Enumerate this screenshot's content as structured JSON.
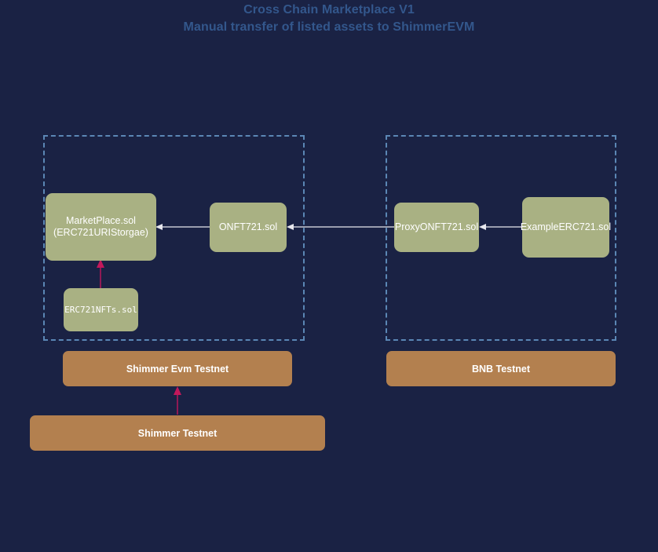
{
  "title": {
    "line1": "Cross Chain Marketplace V1",
    "line2": "Manual transfer of listed assets to ShimmerEVM",
    "color": "#33578c"
  },
  "colors": {
    "background": "#1a2244",
    "cluster_border": "#5b87b5",
    "contract_fill": "#a9b183",
    "network_fill": "#b3804f",
    "edge_white": "#e8e8ee",
    "edge_pink": "#c2185b",
    "node_text": "#ffffff"
  },
  "clusters": [
    {
      "name": "shimmer-evm-cluster",
      "label": ""
    },
    {
      "name": "bnb-cluster",
      "label": ""
    }
  ],
  "nodes": {
    "marketplace": {
      "label_line1": "MarketPlace.sol",
      "label_line2": "(ERC721URIStorgae)"
    },
    "erc721nfts": {
      "label": "ERC721NFTs.sol"
    },
    "onft721": {
      "label": "ONFT721.sol"
    },
    "proxyonft721": {
      "label": "ProxyONFT721.sol"
    },
    "exampleerc721": {
      "label": "ExampleERC721.sol"
    }
  },
  "networks": {
    "shimmer_evm_testnet": {
      "label": "Shimmer Evm Testnet"
    },
    "shimmer_testnet": {
      "label": "Shimmer Testnet"
    },
    "bnb_testnet": {
      "label": "BNB Testnet"
    }
  },
  "edges": [
    {
      "name": "edge-onft721-to-marketplace",
      "from": "ONFT721.sol",
      "to": "MarketPlace.sol",
      "color": "#e8e8ee"
    },
    {
      "name": "edge-proxyonft721-to-onft721",
      "from": "ProxyONFT721.sol",
      "to": "ONFT721.sol",
      "color": "#e8e8ee"
    },
    {
      "name": "edge-exampleerc721-to-proxyonft721",
      "from": "ExampleERC721.sol",
      "to": "ProxyONFT721.sol",
      "color": "#e8e8ee"
    },
    {
      "name": "edge-erc721nfts-to-marketplace",
      "from": "ERC721NFTs.sol",
      "to": "MarketPlace.sol",
      "color": "#c2185b"
    },
    {
      "name": "edge-shimmer-testnet-to-shimmer-evm-testnet",
      "from": "Shimmer Testnet",
      "to": "Shimmer Evm Testnet",
      "color": "#c2185b"
    }
  ]
}
